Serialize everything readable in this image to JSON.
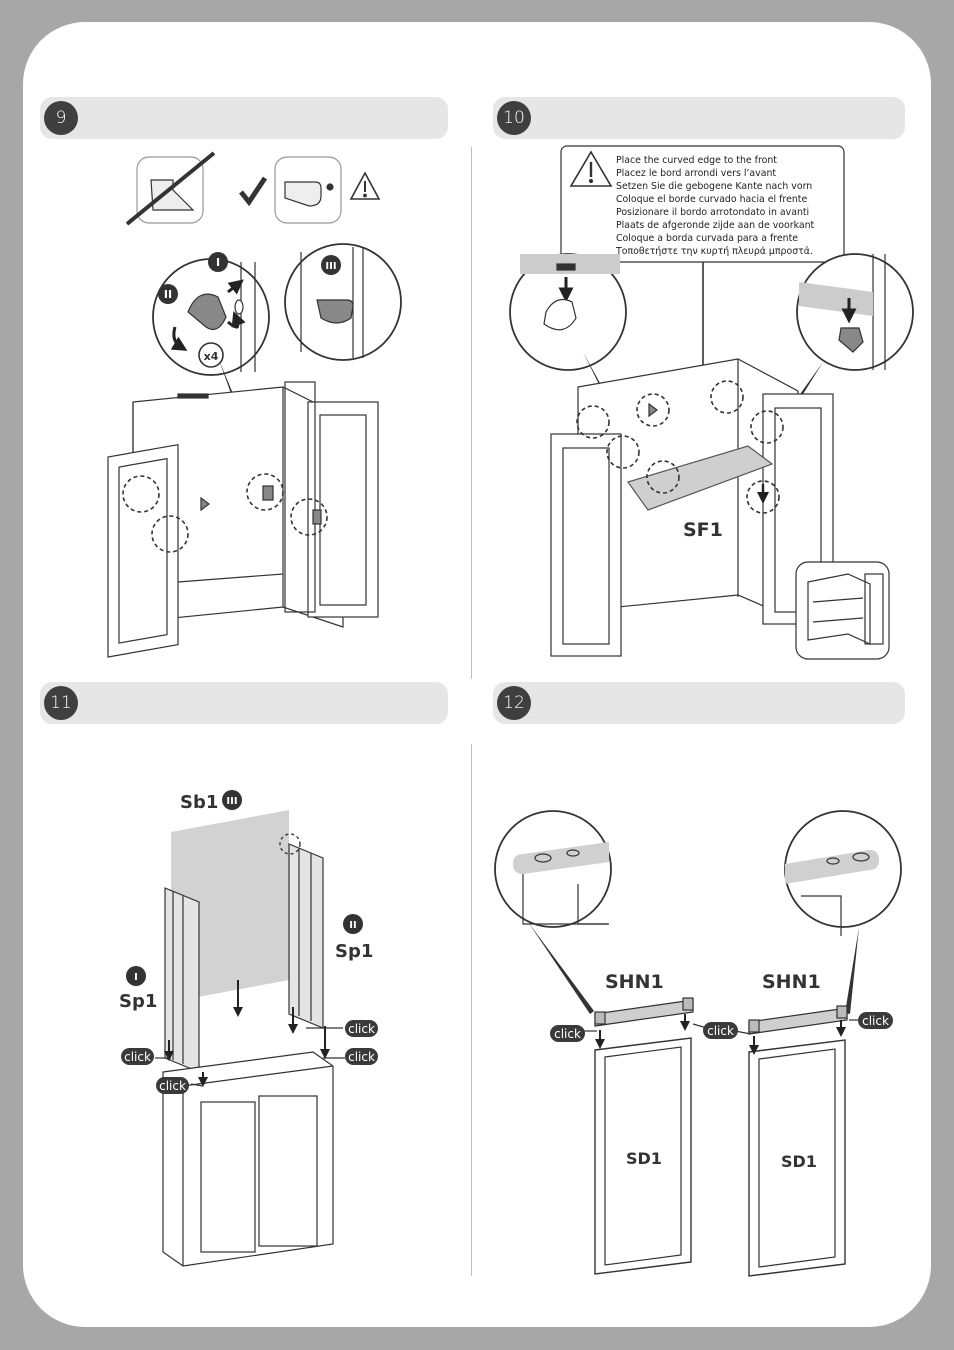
{
  "steps": [
    {
      "number": "9"
    },
    {
      "number": "10"
    },
    {
      "number": "11"
    },
    {
      "number": "12"
    }
  ],
  "step9": {
    "count": "x4",
    "roman1": "I",
    "roman2": "II",
    "roman3": "III"
  },
  "step10": {
    "part": "SF1",
    "notice": [
      "Place the curved edge to the front",
      "Placez le bord arrondi vers l’avant",
      "Setzen Sie die gebogene Kante nach vorn",
      "Coloque el borde curvado hacia el frente",
      "Posizionare il bordo arrotondato in avanti",
      "Plaats de afgeronde zijde aan de voorkant",
      "Coloque a borda curvada para a frente",
      "Τοποθετήστε την κυρτή πλευρά μπροστά."
    ]
  },
  "step11": {
    "back_panel": "Sb1",
    "back_roman": "III",
    "side_right": "Sp1",
    "side_right_roman": "II",
    "side_left": "Sp1",
    "side_left_roman": "I",
    "click": "click"
  },
  "step12": {
    "hinge": "SHN1",
    "door": "SD1",
    "click": "click"
  }
}
